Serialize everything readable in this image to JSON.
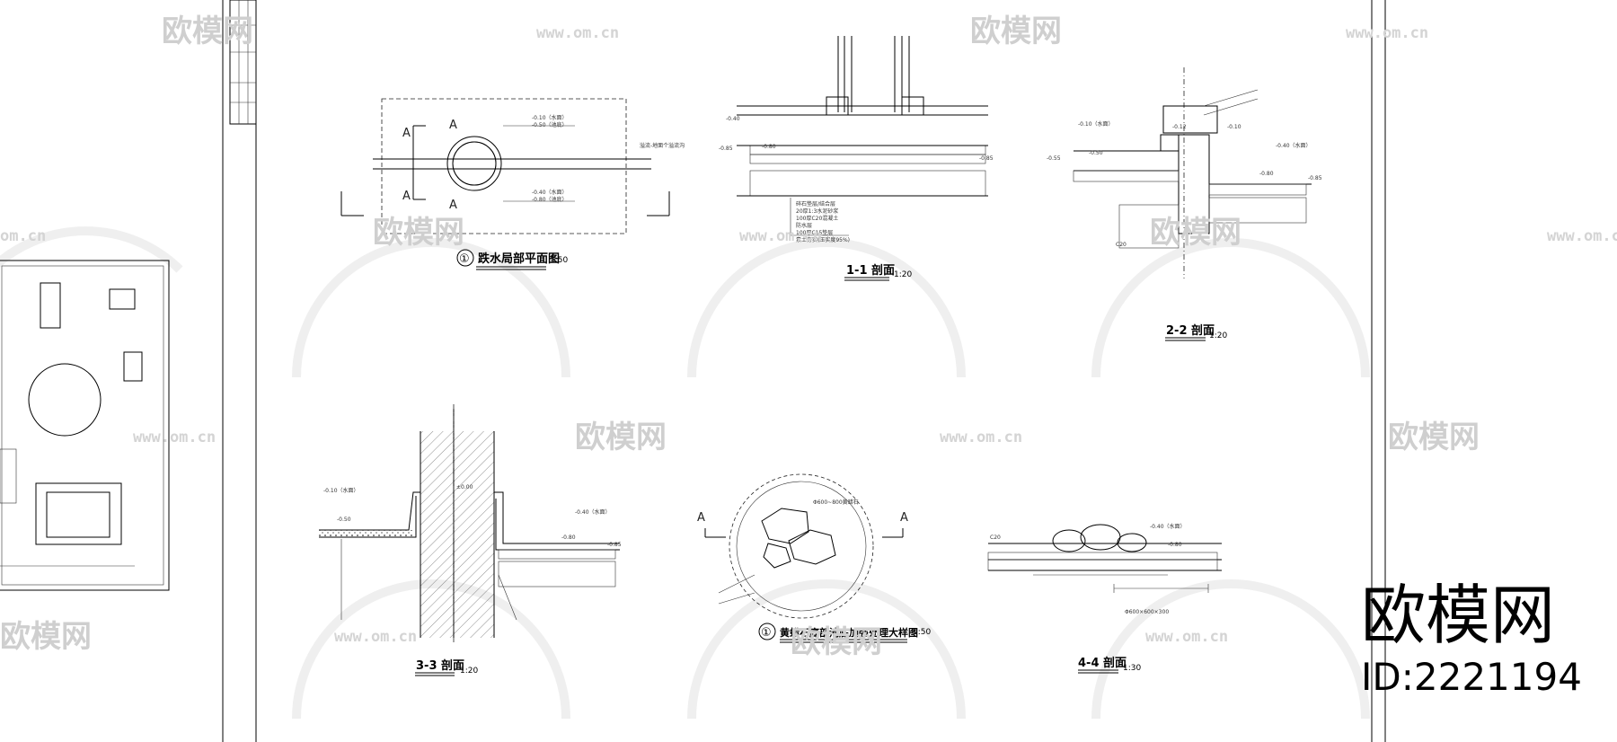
{
  "drawings": {
    "plan": {
      "title": "跌水局部平面图",
      "scale": "1:50",
      "index": "①",
      "section_mark": "A",
      "notes": [
        "-0.10（水面）",
        "-0.50（池底）",
        "-0.40（水面）",
        "-0.80（池底）",
        "溢流-地面个溢流沟"
      ]
    },
    "s11": {
      "title": "1-1 剖面",
      "scale": "1:20",
      "elev": [
        "-0.40",
        "-0.80",
        "-0.85",
        "-0.85"
      ],
      "notes": [
        "碎石垫层/结合层",
        "20厚1:3水泥砂浆",
        "100厚C20混凝土",
        "防水层",
        "100厚C15垫层",
        "素土夯实(压实度95%)"
      ]
    },
    "s22": {
      "title": "2-2 剖面",
      "scale": "1:20",
      "elev": [
        "-0.10（水面）",
        "-0.50",
        "-0.55",
        "-0.12",
        "-0.10",
        "-0.40（水面）",
        "-0.80",
        "-0.85",
        "C20"
      ]
    },
    "s33": {
      "title": "3-3 剖面",
      "scale": "1:20",
      "elev": [
        "-0.10（水面）",
        "-0.50",
        "±0.00",
        "-0.40（水面）",
        "-0.80",
        "-0.85"
      ]
    },
    "detail": {
      "title": "黄蜡石底部池底加强处理大样图",
      "scale": "1:50",
      "index": "①",
      "section_mark": "A",
      "notes": [
        "Φ600~800黄蜡石"
      ]
    },
    "s44": {
      "title": "4-4 剖面",
      "scale": "1:30",
      "elev": [
        "C20",
        "-0.40（水面）",
        "-0.80",
        "Φ600×600×300"
      ]
    }
  },
  "watermark": {
    "brand": "欧模网",
    "url": "www.om.cn",
    "url_partial": "om.cn",
    "id": "ID:2221194"
  },
  "colors": {
    "line": "#000000",
    "watermark": "#cfcfcf",
    "paper": "#ffffff"
  }
}
